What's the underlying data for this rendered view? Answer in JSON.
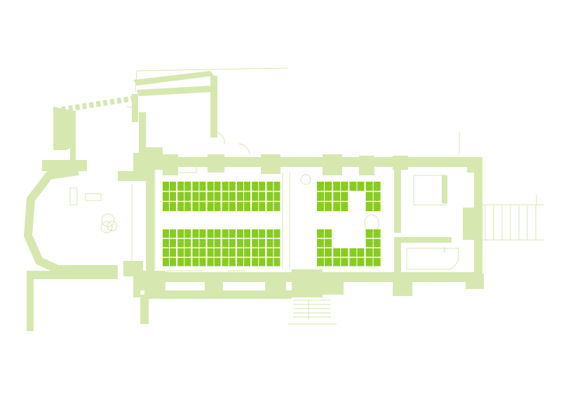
{
  "colors": {
    "background": "#ffffff",
    "wall": "#d6e8b0",
    "seat": "#88cc22"
  },
  "plan": {
    "seating": {
      "left_upper_columns": 16,
      "left_upper_rows": 3,
      "left_lower_columns": 16,
      "left_lower_rows": 4,
      "right_upper_columns": 8,
      "right_upper_rows": 3,
      "right_lower_columns": 8,
      "right_lower_rows": 4
    }
  }
}
